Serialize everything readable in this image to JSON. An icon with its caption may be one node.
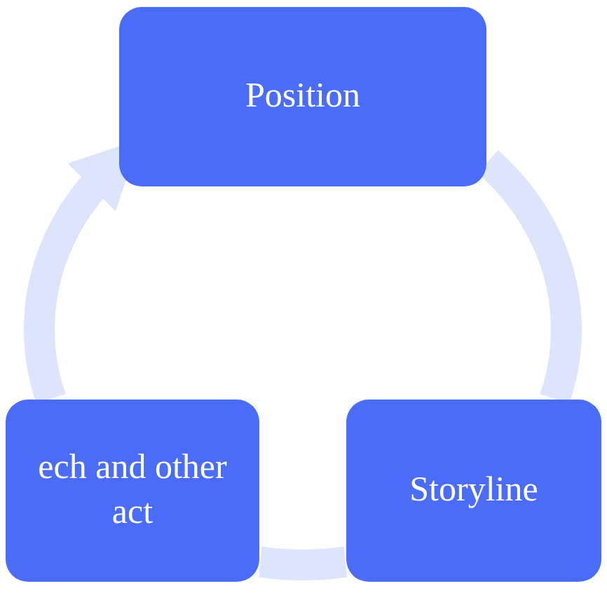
{
  "diagram": {
    "nodes": [
      {
        "text": [
          "Position"
        ]
      },
      {
        "text": [
          "ech and other act"
        ]
      },
      {
        "text": [
          "Storyline"
        ]
      }
    ],
    "edges": [
      {
        "from": 0,
        "to": 2,
        "arrow": "none"
      },
      {
        "from": 2,
        "to": 1,
        "arrow": "none"
      },
      {
        "from": 1,
        "to": 0,
        "arrow": "to"
      }
    ]
  }
}
